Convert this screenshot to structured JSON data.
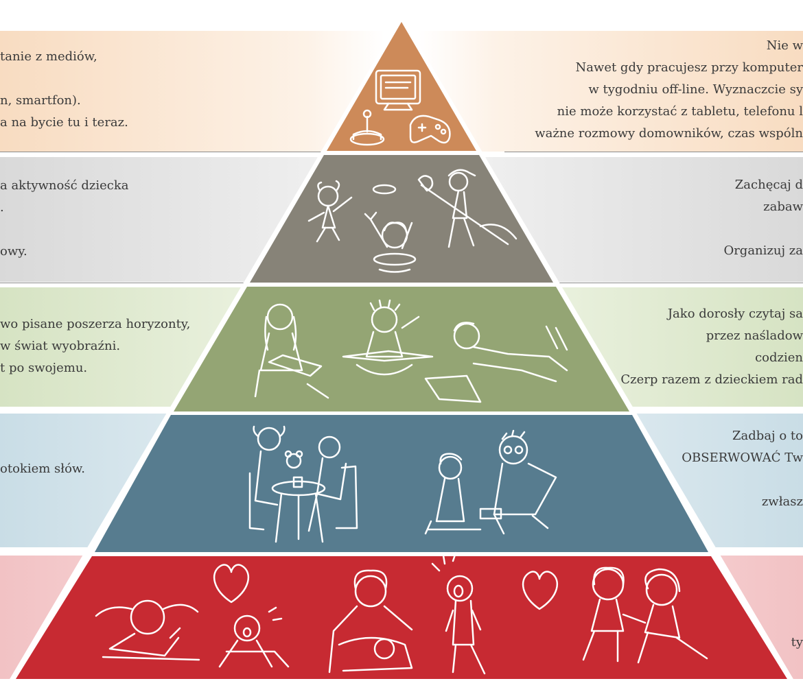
{
  "levels": [
    {
      "id": "media",
      "color": "#cd8a59",
      "left_text": [
        "tanie z mediów,",
        "",
        "n, smartfon).",
        "a na bycie  tu i teraz."
      ],
      "right_text": [
        "Nie w",
        "Nawet gdy pracujesz przy komputer",
        "w tygodniu off-line. Wyznaczcie sy",
        "nie może korzystać z tabletu, telefonu l",
        "ważne rozmowy domowników, czas wspóln"
      ],
      "illustration": "computer-joystick-gamepad"
    },
    {
      "id": "play",
      "color": "#878378",
      "left_text": [
        "a aktywność dziecka",
        ".",
        "",
        "owy."
      ],
      "right_text": [
        "Zachęcaj d",
        "zabaw",
        "",
        "Organizuj za"
      ],
      "illustration": "children-playing"
    },
    {
      "id": "reading",
      "color": "#94a574",
      "left_text": [
        "wo pisane poszerza horyzonty,",
        "w świat  wyobraźni.",
        "t po swojemu."
      ],
      "right_text": [
        "Jako dorosły czytaj sa",
        "przez naśladow",
        "codzien",
        "Czerp razem z dzieckiem rad"
      ],
      "illustration": "children-reading"
    },
    {
      "id": "talk",
      "color": "#577c8f",
      "left_text": [
        "otokiem słów."
      ],
      "right_text": [
        "Zadbaj o to",
        "OBSERWOWAĆ Tw",
        "",
        "zwłasz"
      ],
      "illustration": "parents-and-children-talking"
    },
    {
      "id": "closeness",
      "color": "#c72a32",
      "left_text": [],
      "right_text": [
        "ty"
      ],
      "illustration": "children-emotions-and-love"
    }
  ]
}
